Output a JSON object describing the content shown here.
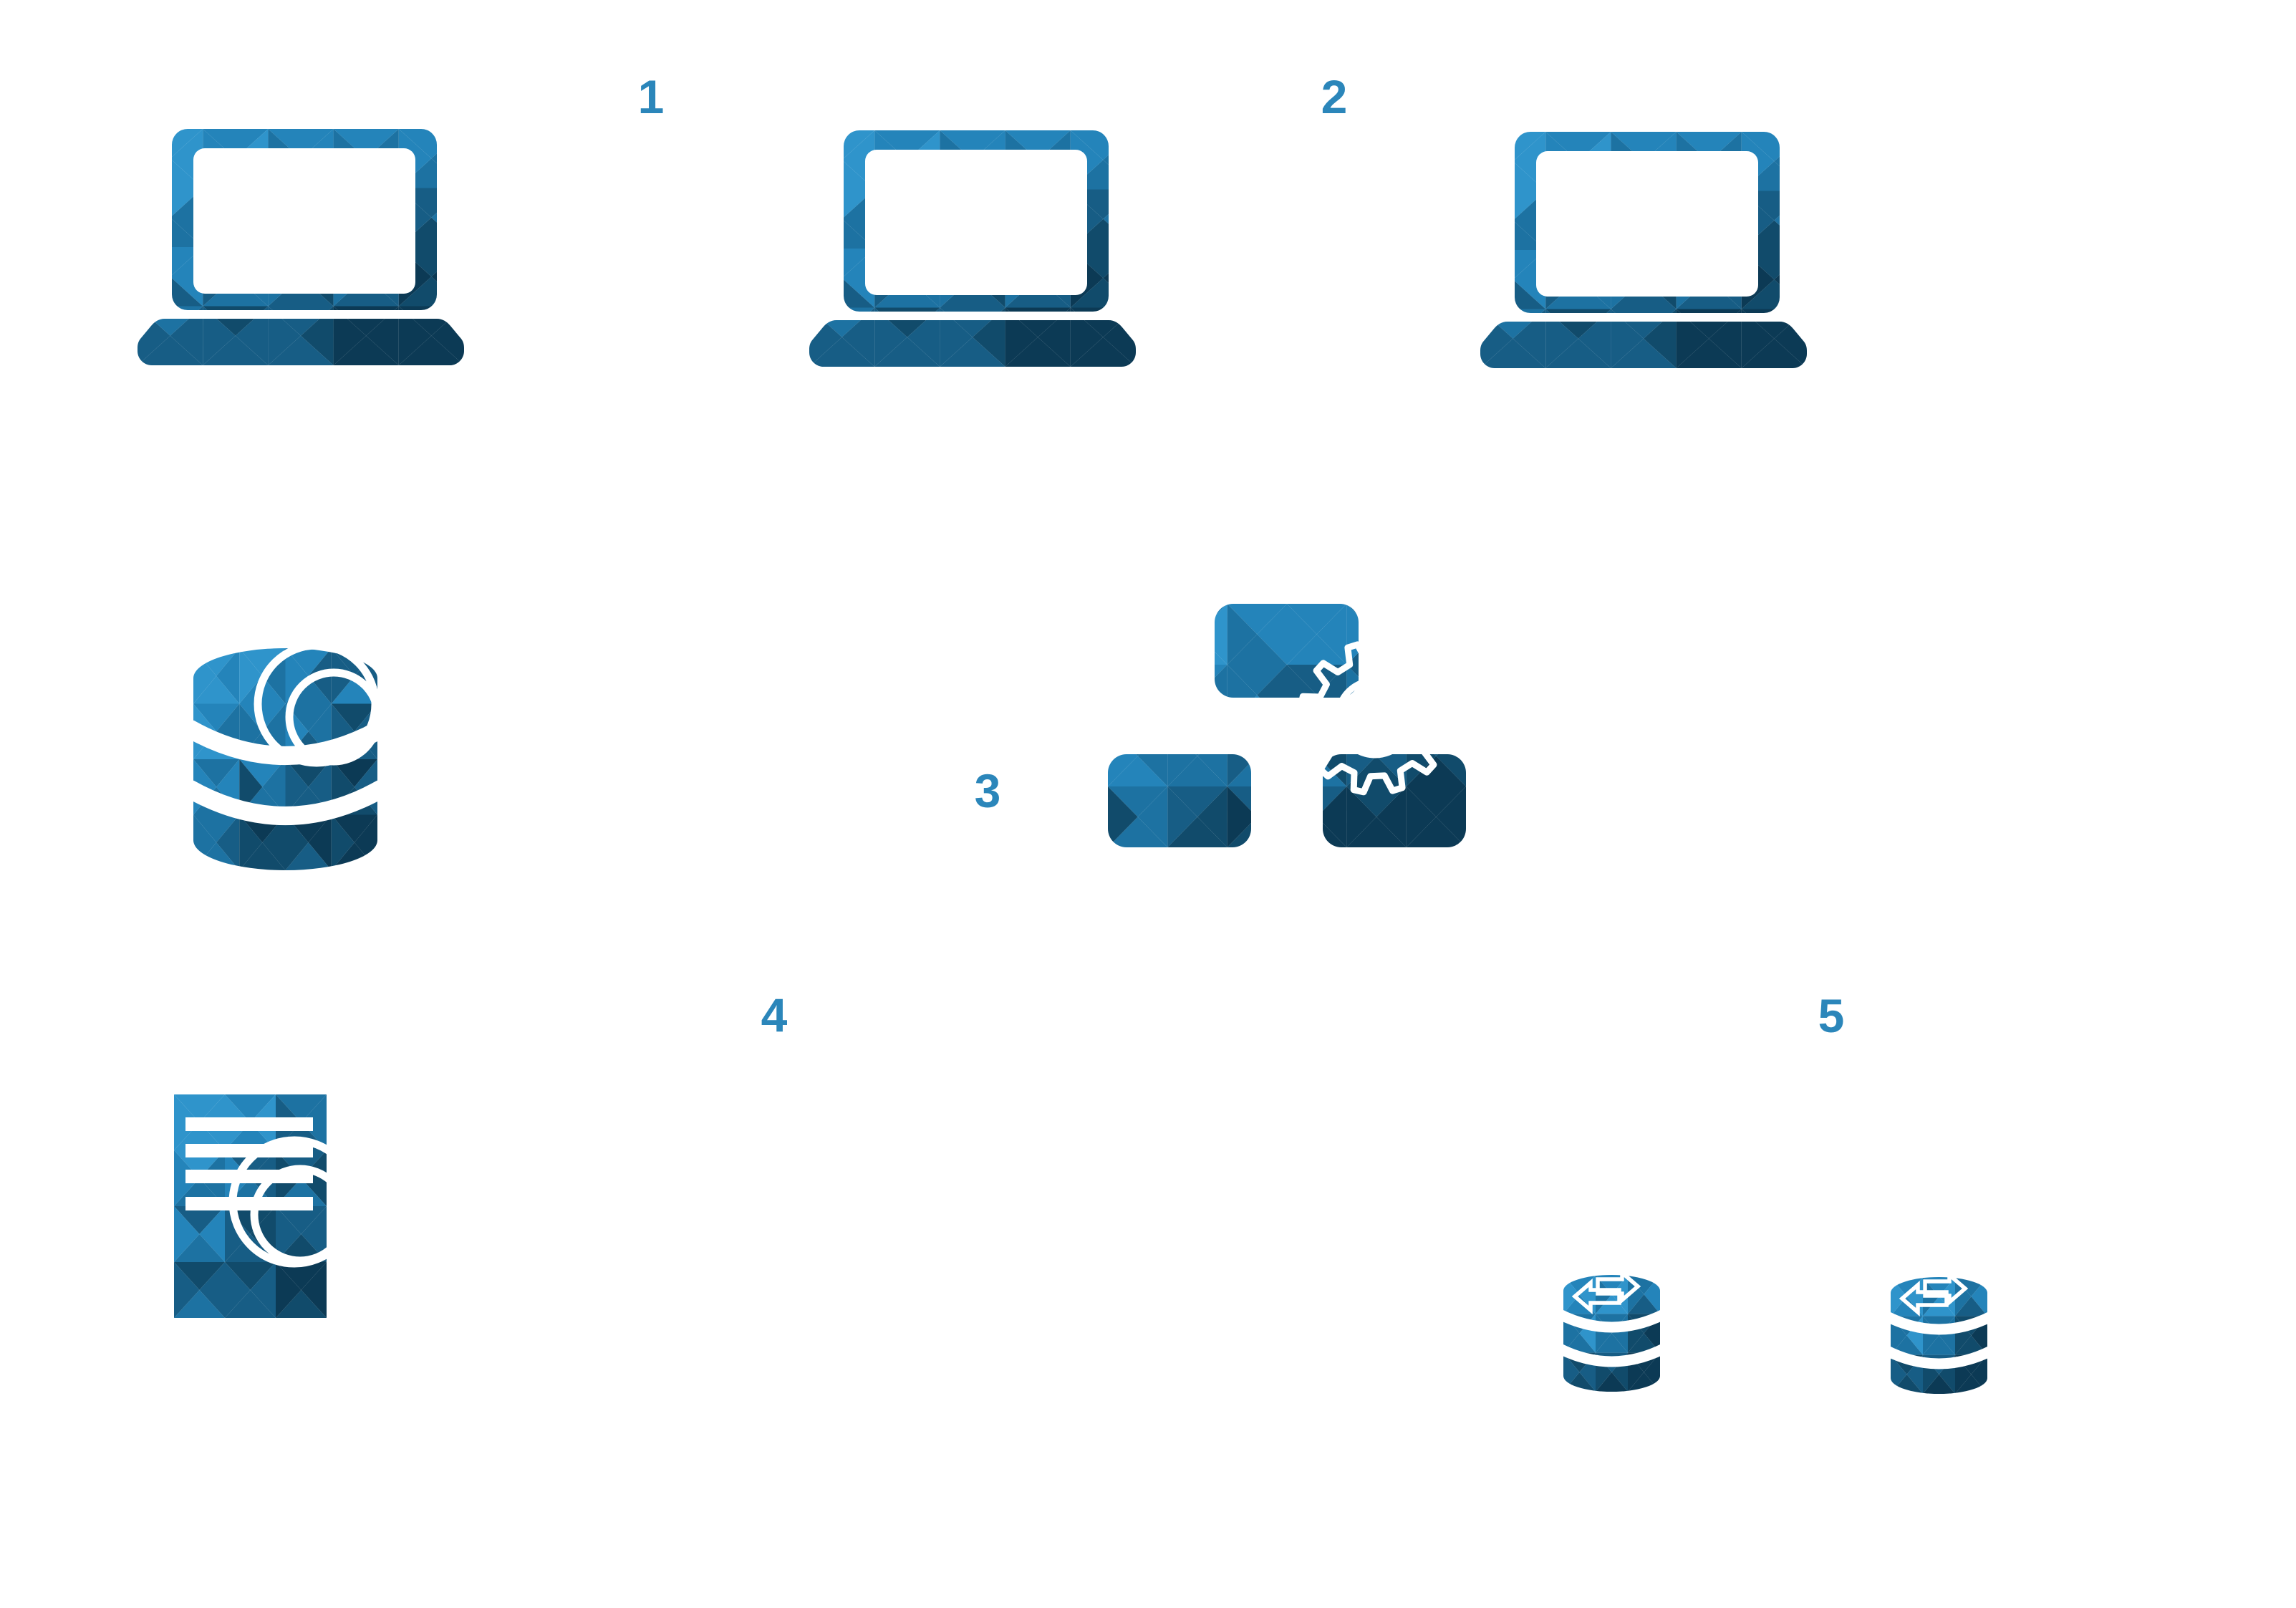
{
  "page": {
    "background": "#ffffff",
    "description": "Faceted blue icon diagram: three laptops, a large database, application modules with gear, a document with text lines, and two sync databases, annotated with step numbers 1-5"
  },
  "colors": {
    "accent_text": "#2b86ba",
    "white": "#ffffff",
    "facets": [
      "#2f94cb",
      "#2484ba",
      "#1d72a2",
      "#175d85",
      "#114b6b",
      "#0c3a55"
    ]
  },
  "steps": [
    {
      "label": "1"
    },
    {
      "label": "2"
    },
    {
      "label": "3"
    },
    {
      "label": "4"
    },
    {
      "label": "5"
    }
  ],
  "icons": {
    "laptops": [
      {
        "name": "laptop-1"
      },
      {
        "name": "laptop-2"
      },
      {
        "name": "laptop-3"
      }
    ],
    "database_large": {
      "name": "database-large",
      "bands": 3,
      "ornament": "double-ring"
    },
    "app_modules": {
      "name": "app-modules",
      "blocks": 3,
      "ornament": "gear-outline"
    },
    "document": {
      "name": "document-report",
      "text_lines": 4,
      "ornament": "double-ring"
    },
    "database_sync": [
      {
        "name": "database-sync-1",
        "ornament": "exchange-arrows"
      },
      {
        "name": "database-sync-2",
        "ornament": "exchange-arrows"
      }
    ]
  }
}
